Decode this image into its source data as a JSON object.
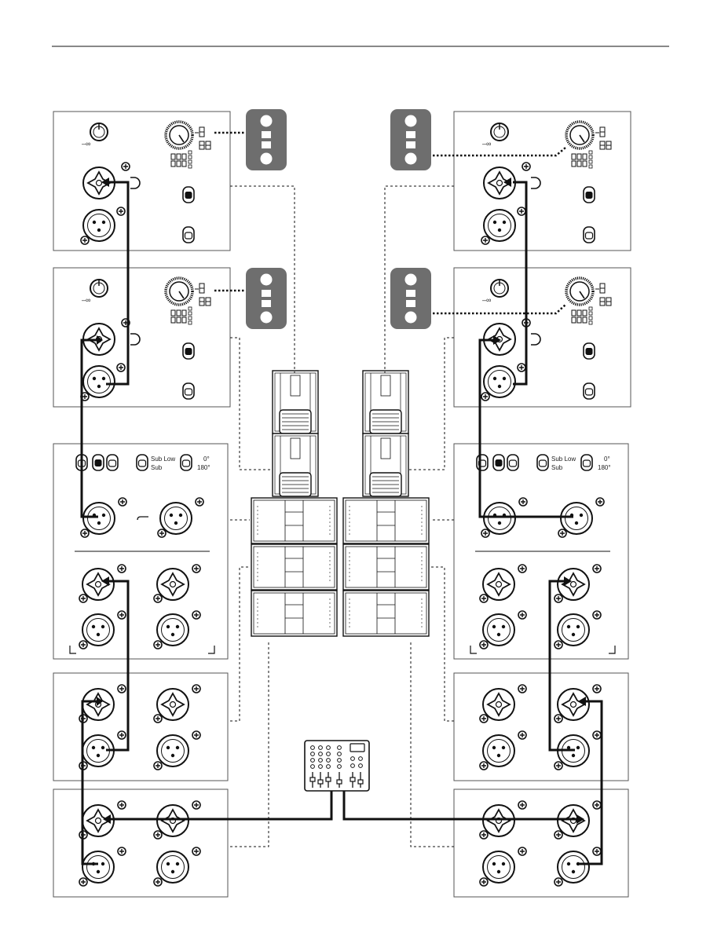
{
  "labels": {
    "minus_inf": "–∞",
    "sub_low": "Sub Low",
    "sub": "Sub",
    "deg0": "0°",
    "deg180": "180°"
  },
  "colors": {
    "ink": "#111111",
    "cap_grey": "#6e6e6e",
    "panel_border": "#555555"
  }
}
